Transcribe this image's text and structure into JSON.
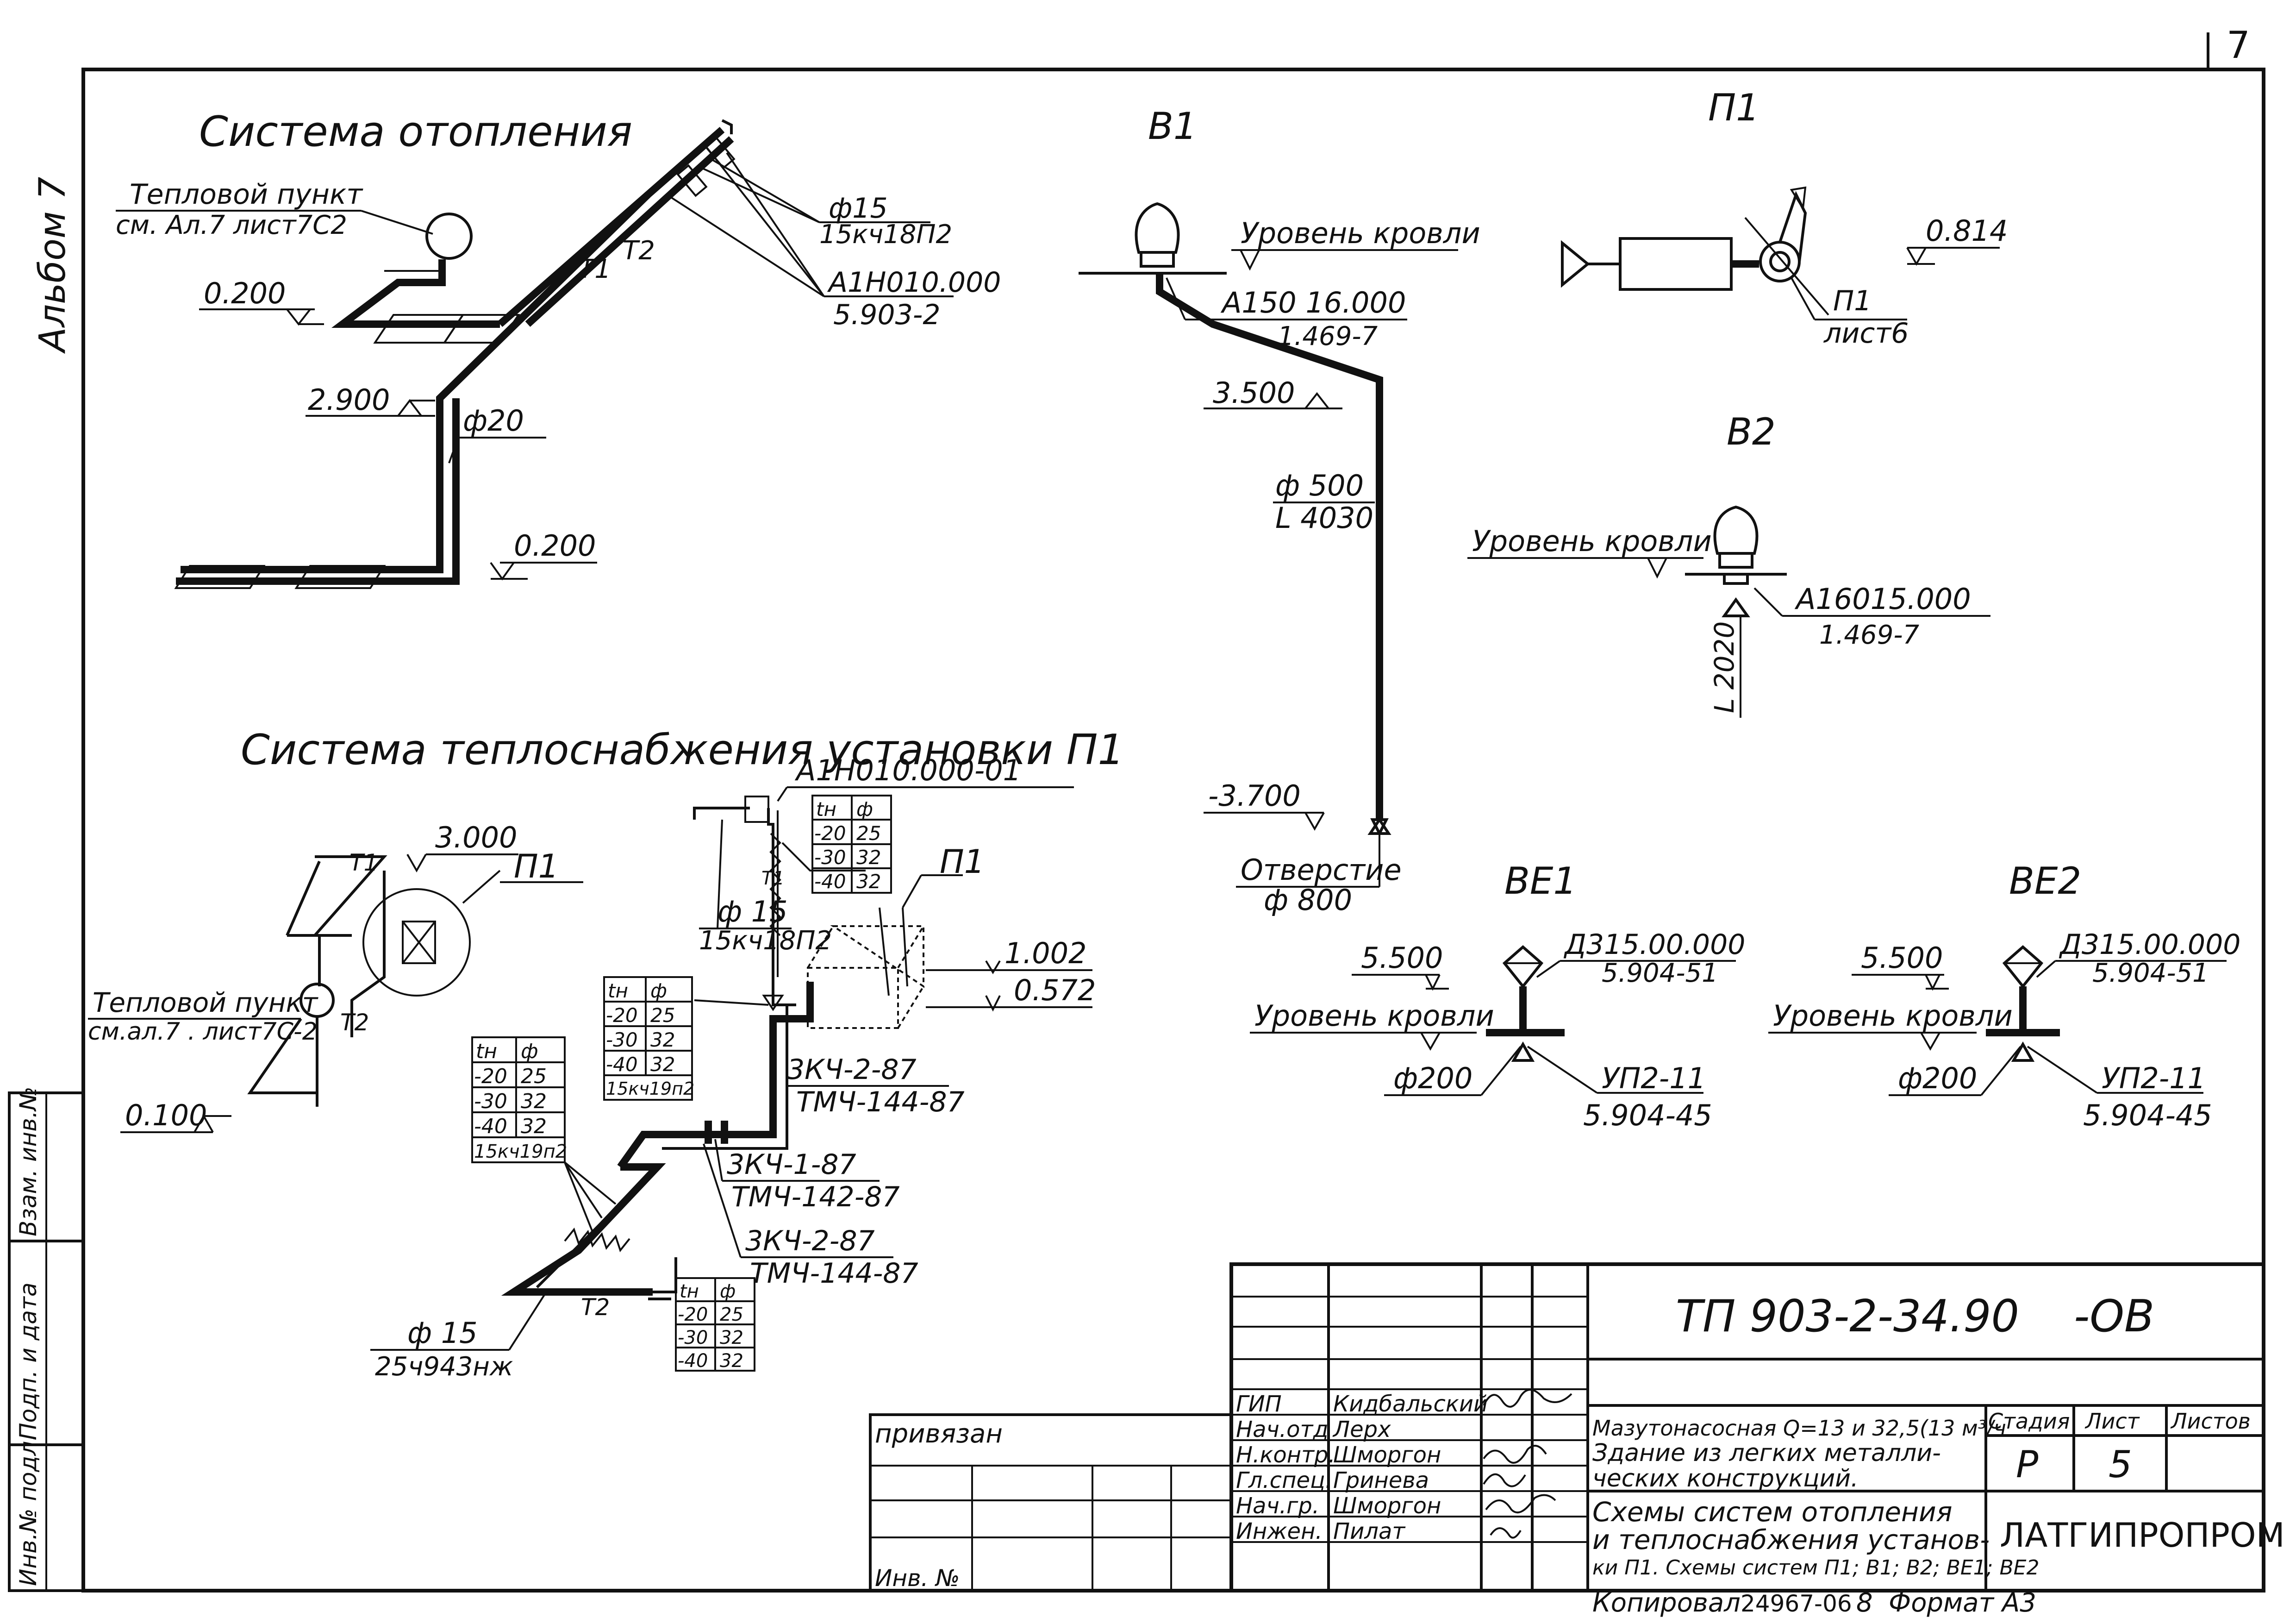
{
  "page": {
    "number": "7"
  },
  "album": {
    "label": "Альбом 7"
  },
  "heating": {
    "title": "Система отопления",
    "heat_point": "Тепловой пункт",
    "heat_point_ref": "см. Ал.7  лист7С2",
    "mark_top": "0.200",
    "mark_mid": "2.900",
    "mark_bottom": "0.200",
    "pipe_d20": "ф20",
    "valve_d": "ф15",
    "valve_type": "15кч18П2",
    "support_code": "А1Н010.000",
    "support_series": "5.903-2",
    "t1": "Т1",
    "t2": "Т2"
  },
  "b1": {
    "title": "В1",
    "roof": "Уровень кровли",
    "code": "А150 16.000",
    "series": "1.469-7",
    "mark_350": "3.500",
    "diam": "ф 500",
    "length": "L 4030",
    "mark_neg": "-3.700",
    "hole": "Отверстие",
    "hole_d": "ф 800"
  },
  "p1": {
    "title": "П1",
    "mark": "0.814",
    "ref_title": "П1",
    "ref_sheet": "лист6"
  },
  "b2": {
    "title": "В2",
    "roof": "Уровень кровли",
    "code": "А16015.000",
    "series": "1.469-7",
    "length": "L 2020"
  },
  "be1": {
    "title": "ВЕ1",
    "mark": "5.500",
    "roof": "Уровень кровли",
    "code": "Д315.00.000",
    "series": "5.904-51",
    "diam": "ф200",
    "up": "УП2-11",
    "up_series": "5.904-45"
  },
  "be2": {
    "title": "ВЕ2",
    "mark": "5.500",
    "roof": "Уровень кровли",
    "code": "Д315.00.000",
    "series": "5.904-51",
    "diam": "ф200",
    "up": "УП2-11",
    "up_series": "5.904-45"
  },
  "supply": {
    "title": "Система теплоснабжения установки П1",
    "mark_3000": "3.000",
    "unit": "П1",
    "unit2": "П1",
    "heat_point": "Тепловой пункт",
    "heat_point_ref": "см.ал.7 . лист7С-2",
    "mark_0100": "0.100",
    "code_top": "А1Н010.000-01",
    "valve_d": "ф 15",
    "valve_type": "15кч18П2",
    "mark_1002": "1.002",
    "mark_0572": "0.572",
    "ref_3k4_2a": "3КЧ-2-87",
    "ref_tm4_144a": "ТМЧ-144-87",
    "ref_3k4_1": "3КЧ-1-87",
    "ref_tm4_142": "ТМЧ-142-87",
    "ref_3k4_2b": "3КЧ-2-87",
    "ref_tm4_144b": "ТМЧ-144-87",
    "valve_bottom_d": "ф 15",
    "valve_bottom_type": "25ч943нж",
    "t1": "Т1",
    "t2": "Т2"
  },
  "tables": {
    "head": [
      "tн",
      "ф"
    ],
    "t1": [
      [
        "-20",
        "25"
      ],
      [
        "-30",
        "32"
      ],
      [
        "-40",
        "32"
      ]
    ],
    "t2": [
      [
        "-20",
        "25"
      ],
      [
        "-30",
        "32"
      ],
      [
        "-40",
        "32"
      ],
      [
        "15кч19п2",
        ""
      ]
    ],
    "t3": [
      [
        "-20",
        "25"
      ],
      [
        "-30",
        "32"
      ],
      [
        "-40",
        "32"
      ],
      [
        "15кч19п2",
        ""
      ]
    ],
    "t4": [
      [
        "-20",
        "25"
      ],
      [
        "-30",
        "32"
      ],
      [
        "-40",
        "32"
      ]
    ]
  },
  "stamp": {
    "doc_code": "ТП  903-2-34.90",
    "doc_suffix": "-ОВ",
    "privyazan": "привязан",
    "inv": "Инв. №",
    "roles": [
      "ГИП",
      "Нач.отд",
      "Н.контр.",
      "Гл.спец.",
      "Нач.гр.",
      "Инжен."
    ],
    "names": [
      "Кидбальский",
      "Лерх",
      "Шморгон",
      "Гринева",
      "Шморгон",
      "Пилат"
    ],
    "desc1": "Мазутонасосная Q=13 и 32,5(13 м³/ч",
    "desc2": "Здание из легких металли-",
    "desc3": "ческих конструкций.",
    "sheet_title1": "Схемы систем отопления",
    "sheet_title2": "и теплоснабжения установ-",
    "sheet_title3": "ки П1. Схемы систем П1; В1; В2; ВЕ1; ВЕ2",
    "stage_h": "Стадия",
    "sheet_h": "Лист",
    "sheets_h": "Листов",
    "stage": "Р",
    "sheet": "5",
    "org": "ЛАТГИПРОПРОМ",
    "copied": "Копировал",
    "order": "24967-06",
    "order_n": "8",
    "format": "Формат А3"
  },
  "side": {
    "inv_podl": "Инв.№ подл.",
    "podp": "Подп. и дата",
    "vzam": "Взам. инв.№"
  }
}
